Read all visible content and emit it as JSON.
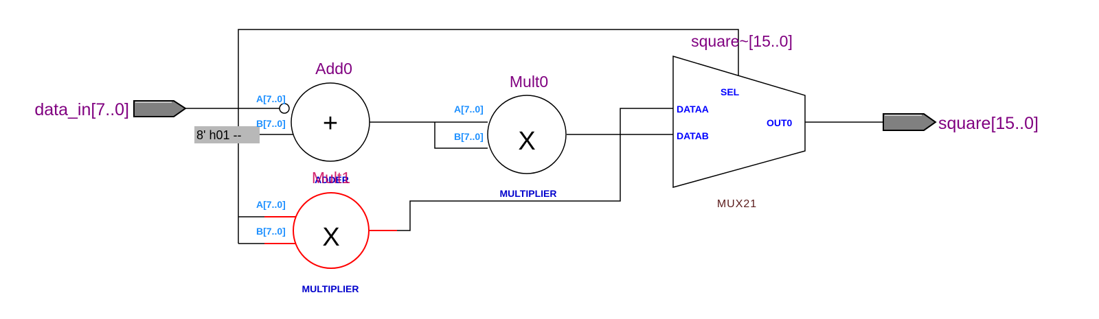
{
  "colors": {
    "wire": "#000000",
    "highlight": "#ff0000",
    "instance_label": "#800080",
    "port_label_input": "#1e90ff",
    "port_label_mux": "#0000ff",
    "kind_label": "#0000cc",
    "mux_label": "#5a1a1a",
    "pin_fill": "#808080",
    "const_bg": "#b8b8b8"
  },
  "pins": {
    "input": {
      "name": "data_in[7..0]",
      "icon": "input-pin-icon"
    },
    "output": {
      "name": "square[15..0]",
      "icon": "output-pin-icon"
    }
  },
  "constant": {
    "value": "8' h01 --"
  },
  "blocks": {
    "add0": {
      "instance": "Add0",
      "kind": "ADDER",
      "op": "+",
      "port_a": "A[7..0]",
      "port_b": "B[7..0]"
    },
    "mult0": {
      "instance": "Mult0",
      "kind": "MULTIPLIER",
      "op": "X",
      "port_a": "A[7..0]",
      "port_b": "B[7..0]"
    },
    "mult1": {
      "instance": "Mult1",
      "kind": "MULTIPLIER",
      "op": "X",
      "port_a": "A[7..0]",
      "port_b": "B[7..0]"
    },
    "mux": {
      "instance": "square~[15..0]",
      "kind": "MUX21",
      "sel": "SEL",
      "data_a": "DATAA",
      "data_b": "DATAB",
      "out": "OUT0"
    }
  }
}
